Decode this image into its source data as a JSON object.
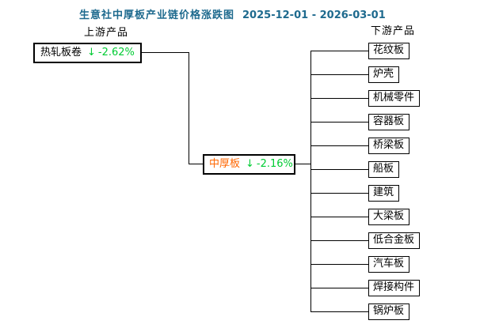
{
  "title": {
    "text": "生意社中厚板产业链价格涨跌图",
    "date_range": "2025-12-01 - 2026-03-01"
  },
  "section_labels": {
    "upstream": "上游产品",
    "downstream": "下游产品"
  },
  "upstream_product": {
    "name": "热轧板卷",
    "trend_icon": "down-arrow",
    "trend_glyph": "↓",
    "change": "-2.62%"
  },
  "center_product": {
    "name": "中厚板",
    "trend_icon": "down-arrow",
    "trend_glyph": "↓",
    "change": "-2.16%"
  },
  "downstream_products": [
    "花纹板",
    "炉壳",
    "机械零件",
    "容器板",
    "桥梁板",
    "船板",
    "建筑",
    "大梁板",
    "低合金板",
    "汽车板",
    "焊接构件",
    "锅炉板"
  ],
  "colors": {
    "title": "#1e6a8e",
    "decline_green": "#00cc33",
    "center_name_orange": "#ff6600",
    "line_black": "#000000",
    "background": "#ffffff"
  }
}
